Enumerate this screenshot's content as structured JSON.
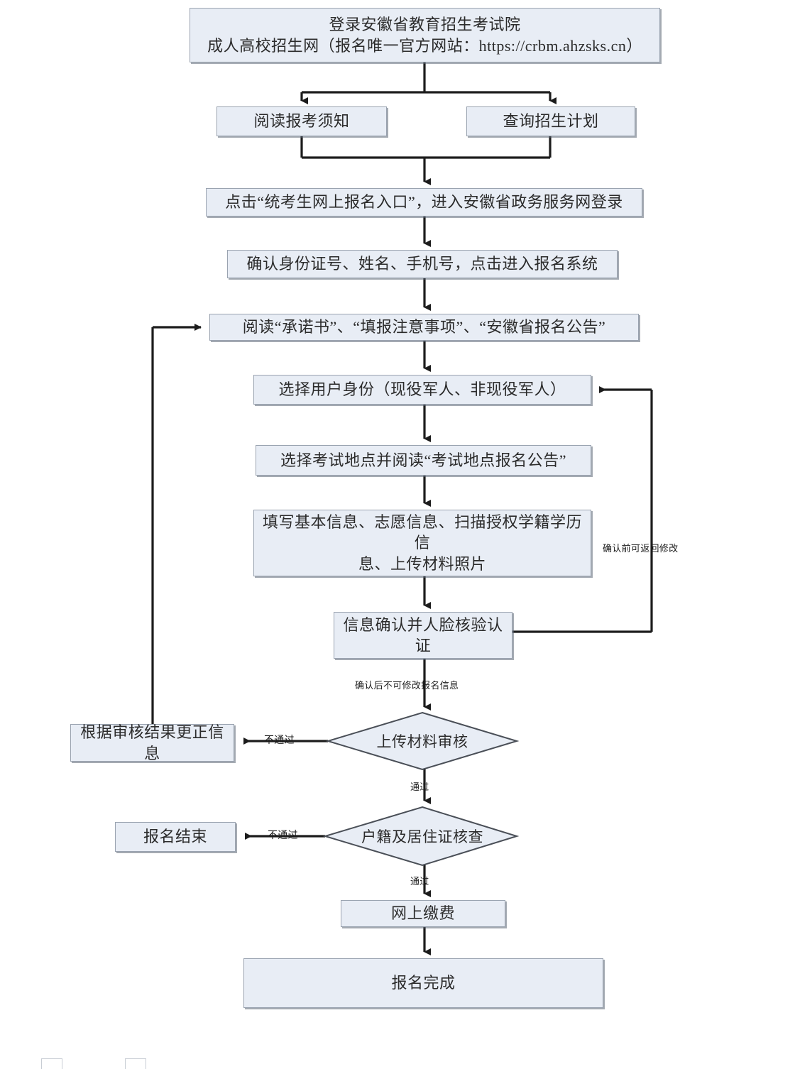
{
  "diagram": {
    "title": "安徽省成人高校招生网上报名流程图",
    "type": "flowchart",
    "colors": {
      "node_fill": "#e8edf5",
      "node_border": "#9aa3b0",
      "edge": "#1c1c1c",
      "text": "#2b2b2b"
    },
    "nodes": {
      "login_portal": "登录安徽省教育招生考试院\n成人高校招生网（报名唯一官方网站：https://crbm.ahzsks.cn）",
      "read_notice": "阅读报考须知",
      "query_plan": "查询招生计划",
      "click_entry": "点击“统考生网上报名入口”，进入安徽省政务服务网登录",
      "confirm_identity": "确认身份证号、姓名、手机号，点击进入报名系统",
      "read_commitments": "阅读“承诺书”、“填报注意事项”、“安徽省报名公告”",
      "select_user_type": "选择用户身份（现役军人、非现役军人）",
      "select_exam_site": "选择考试地点并阅读“考试地点报名公告”",
      "fill_information": "填写基本信息、志愿信息、扫描授权学籍学历信\n息、上传材料照片",
      "confirm_face": "信息确认并人脸核验认证",
      "correct_information": "根据审核结果更正信息",
      "registration_end": "报名结束",
      "online_payment": "网上缴费",
      "registration_complete": "报名完成"
    },
    "decisions": {
      "material_review": "上传材料审核",
      "residence_check": "户籍及居住证核查"
    },
    "edge_labels": {
      "can_modify_before_confirm": "确认前可返回修改",
      "cannot_modify_after_confirm": "确认后不可修改报名信息",
      "material_fail": "不通过",
      "material_pass": "通过",
      "residence_fail": "不通过",
      "residence_pass": "通过"
    }
  }
}
